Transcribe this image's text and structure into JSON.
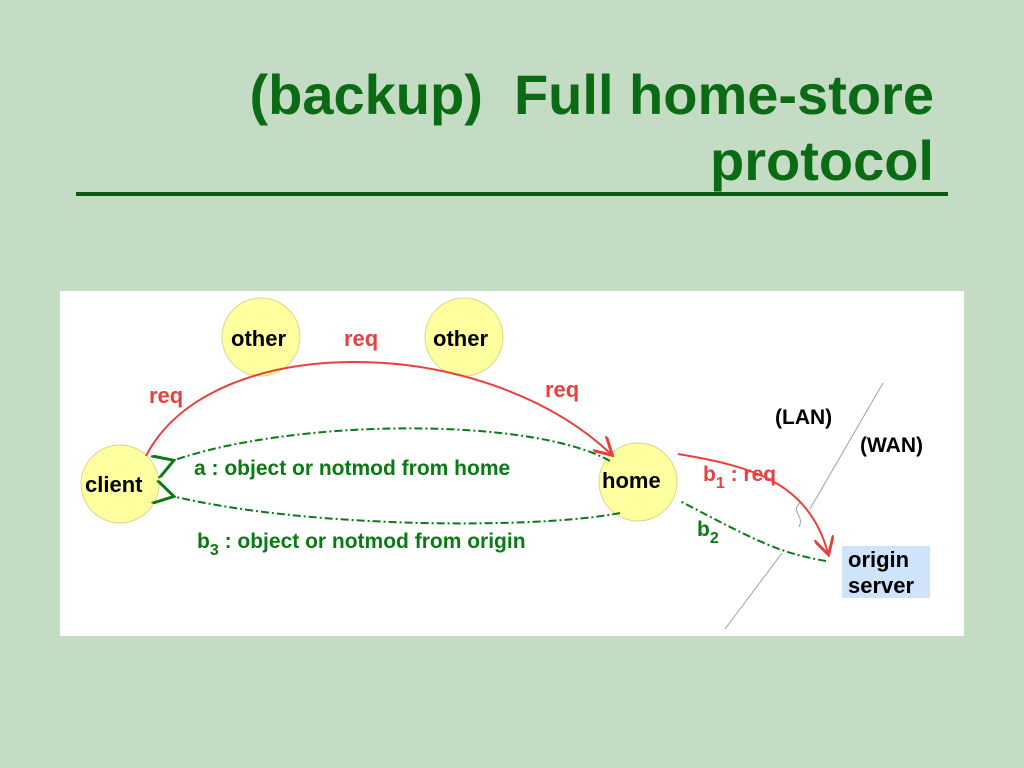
{
  "slide": {
    "title": "(backup)  Full home-store\nprotocol"
  },
  "diagram": {
    "nodes": {
      "client": "client",
      "other_left": "other",
      "other_right": "other",
      "home": "home",
      "origin_line1": "origin",
      "origin_line2": "server"
    },
    "labels": {
      "req_left": "req",
      "req_top": "req",
      "req_right": "req",
      "lan": "(LAN)",
      "wan": "(WAN)",
      "b1_base": "b",
      "b1_sub": "1",
      "b1_text": " : req",
      "b2_base": "b",
      "b2_sub": "2",
      "a_text": "a : object or notmod from home",
      "b3_base": "b",
      "b3_sub": "3",
      "b3_text": " : object or notmod from origin"
    },
    "colors": {
      "node_fill": "#ffffa0",
      "request": "#e84040",
      "response": "#0a7a14",
      "origin_fill": "#cfe4fa"
    }
  }
}
